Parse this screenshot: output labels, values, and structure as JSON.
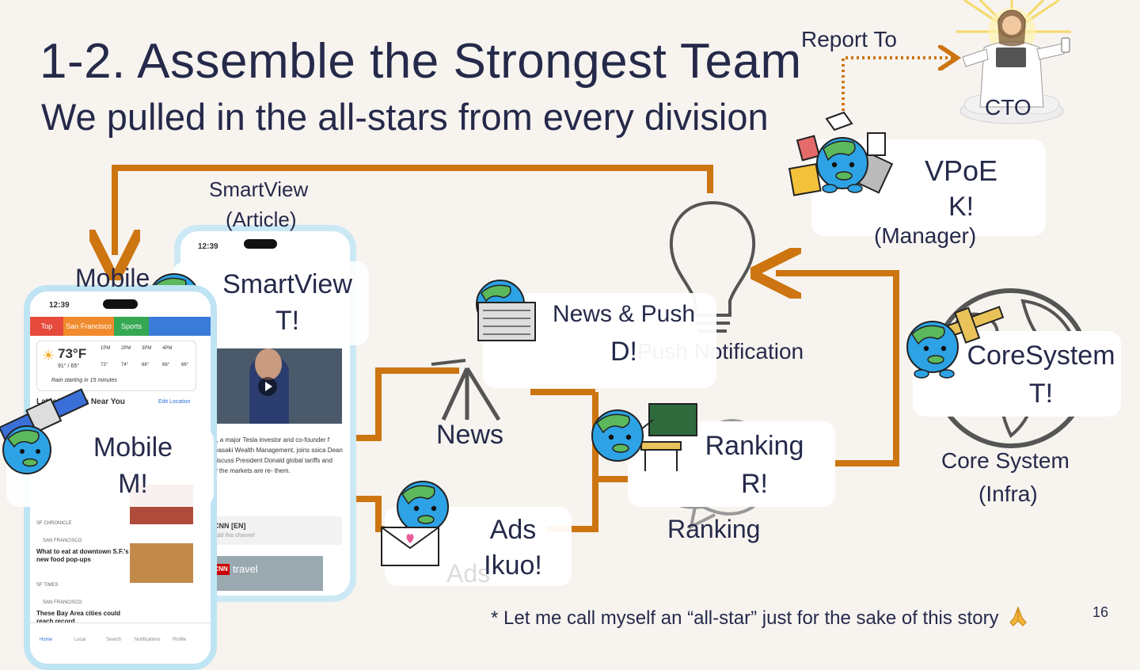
{
  "slide": {
    "title": "1-2. Assemble the Strongest Team",
    "subtitle": "We pulled in the all-stars from every division",
    "footnote": "* Let me call myself an “all-star” just for the sake of this story",
    "page_number": "16"
  },
  "cto": {
    "report_label": "Report To",
    "label": "CTO"
  },
  "vpoe": {
    "role": "VPoE",
    "name": "K!",
    "note": "(Manager)"
  },
  "mobile": {
    "division_label": "Mobile",
    "card_role": "Mobile",
    "card_name": "M!"
  },
  "smartview": {
    "division_line1": "SmartView",
    "division_line2": "(Article)",
    "card_role": "SmartView",
    "card_name": "T!"
  },
  "news": {
    "division_label": "News",
    "card_role": "News & Push",
    "card_name": "D!",
    "bulb_label": "Push Notification"
  },
  "ranking": {
    "card_role": "Ranking",
    "card_name": "R!",
    "division_label": "Ranking"
  },
  "ads": {
    "card_role": "Ads",
    "card_name": "Ikuo!",
    "division_label": "Ads"
  },
  "coresystem": {
    "card_role": "CoreSystem",
    "card_name": "T!",
    "division_line1": "Core System",
    "division_line2": "(Infra)"
  },
  "phone_front": {
    "time": "12:39",
    "tabs": [
      "Top",
      "San Francisco",
      "Sports"
    ],
    "temp": "73°F",
    "hi_lo": "91° / 65°",
    "hours": [
      "1PM",
      "2PM",
      "3PM",
      "4PM"
    ],
    "hour_temps": [
      "72°",
      "74°",
      "68°",
      "66°",
      "66°"
    ],
    "rain_note": "Rain starting in 15 minutes",
    "section": "Latest Stories Near You",
    "edit_location": "Edit Location",
    "story1_source": "SF CHRONICLE",
    "story2_loc": "SAN FRANCISCO",
    "story2_title": "What to eat at downtown S.F.'s new food pop-ups",
    "story3_source": "SF TIMES",
    "story3_loc": "SAN FRANCISCO",
    "story3_title": "These Bay Area cities could reach record",
    "nav": [
      "Home",
      "Local",
      "Search",
      "Notifications",
      "Profile"
    ]
  },
  "phone_back": {
    "time": "12:39",
    "body_text": "ther, a major Tesla investor and co-founder f Kawasaki Wealth Management, joins ssica Dean to discuss President Donald global tariffs and how the markets are re- them.",
    "channel": "CNN [EN]",
    "channel_note": "Add this channel",
    "travel": "travel"
  },
  "colors": {
    "accent": "#cc7511",
    "text": "#252a4a",
    "background": "#f7f3ef",
    "phone_frame": "#bfe4f3"
  }
}
